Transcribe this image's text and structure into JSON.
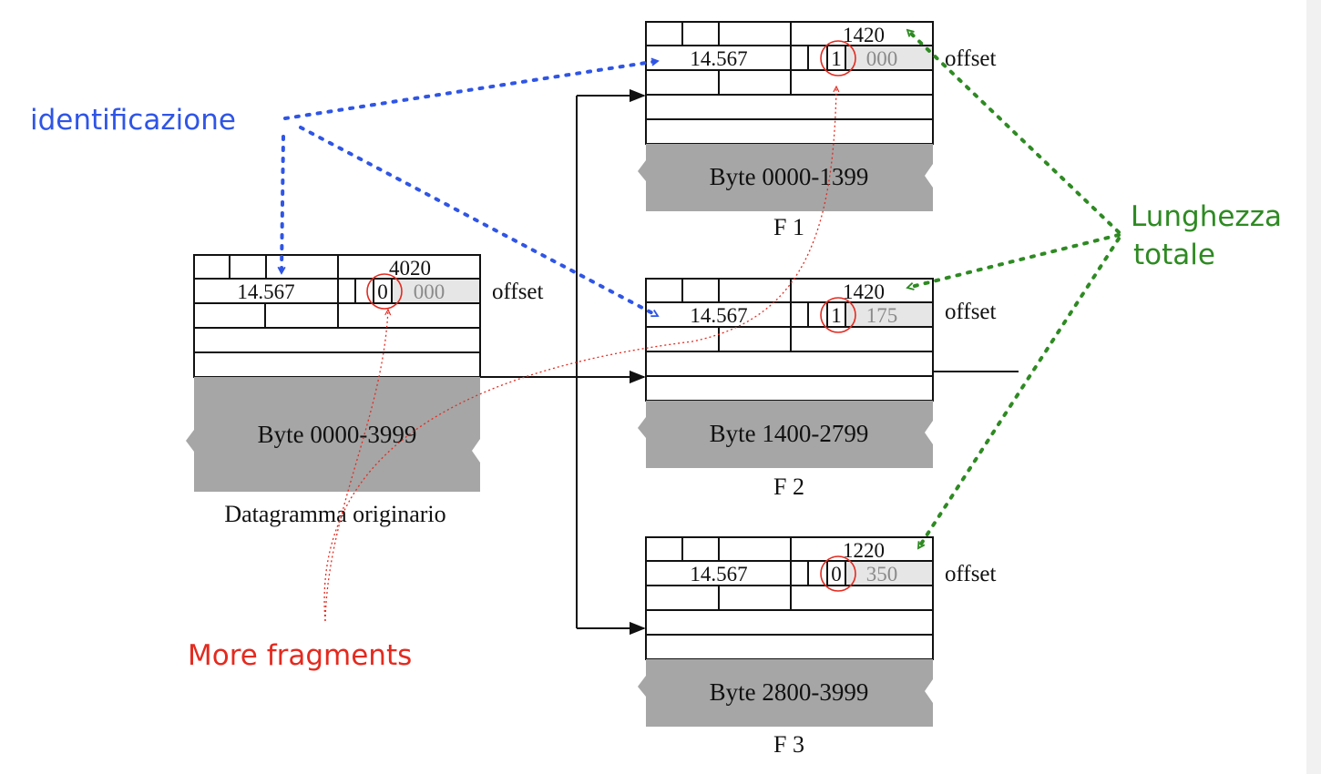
{
  "original": {
    "total_length": "4020",
    "identification": "14.567",
    "mf_bit": "0",
    "offset_value": "000",
    "offset_label": "offset",
    "payload": "Byte 0000-3999",
    "caption": "Datagramma originario"
  },
  "fragments": [
    {
      "total_length": "1420",
      "identification": "14.567",
      "mf_bit": "1",
      "offset_value": "000",
      "offset_label": "offset",
      "payload": "Byte 0000-1399",
      "caption": "F 1"
    },
    {
      "total_length": "1420",
      "identification": "14.567",
      "mf_bit": "1",
      "offset_value": "175",
      "offset_label": "offset",
      "payload": "Byte 1400-2799",
      "caption": "F 2"
    },
    {
      "total_length": "1220",
      "identification": "14.567",
      "mf_bit": "0",
      "offset_value": "350",
      "offset_label": "offset",
      "payload": "Byte 2800-3999",
      "caption": "F 3"
    }
  ],
  "annotations": {
    "identification": "identificazione",
    "total_length_line1": "Lunghezza",
    "total_length_line2": "totale",
    "more_fragments": "More fragments"
  },
  "colors": {
    "identification": "#2f55e6",
    "total_length": "#2e8a22",
    "more_fragments": "#e42a1f",
    "payload_fill": "#a6a6a6",
    "offset_field_fill": "#e6e6e6"
  }
}
